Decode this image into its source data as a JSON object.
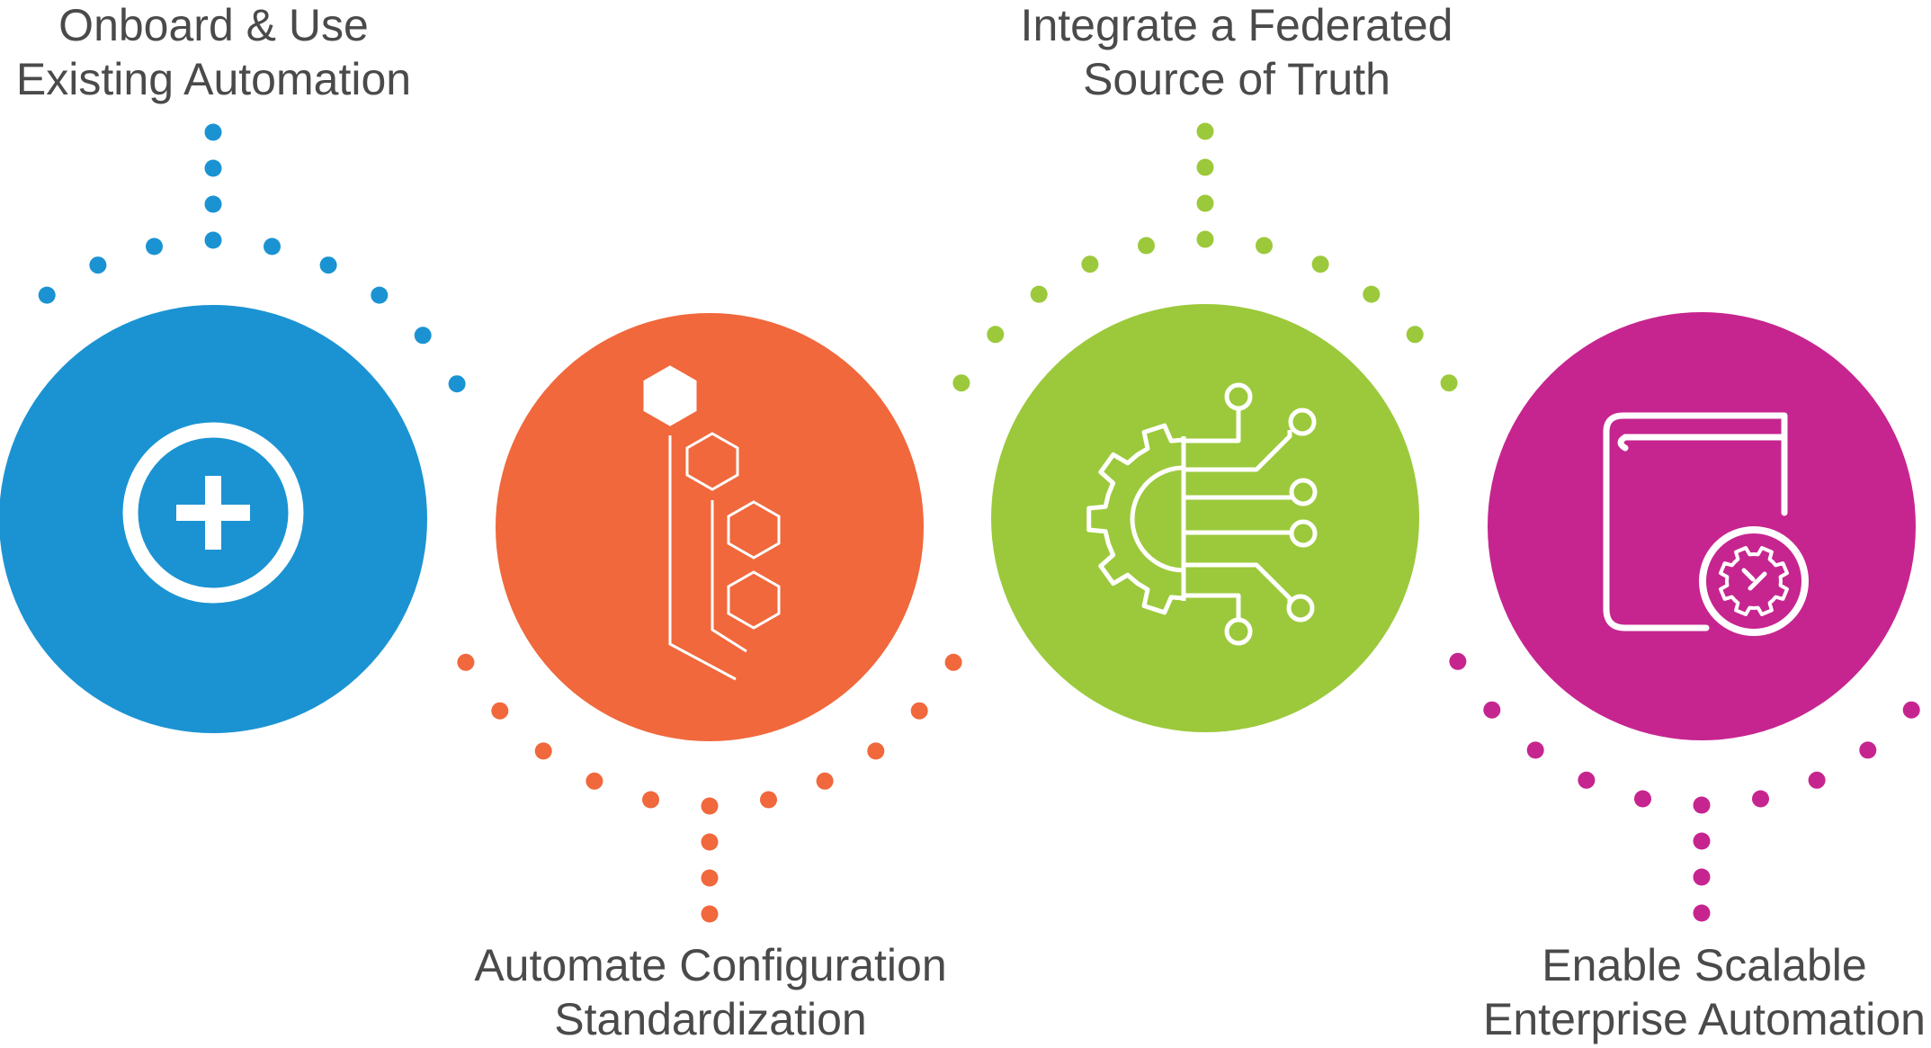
{
  "steps": [
    {
      "line1": "Onboard & Use",
      "line2": "Existing Automation",
      "color": "#1b93d2",
      "icon": "plus-circle-icon"
    },
    {
      "line1": "Automate Configuration",
      "line2": "Standardization",
      "color": "#f0683c",
      "icon": "hexagon-tree-icon"
    },
    {
      "line1": "Integrate a Federated",
      "line2": "Source of Truth",
      "color": "#9bc93b",
      "icon": "gear-circuit-icon"
    },
    {
      "line1": "Enable Scalable",
      "line2": "Enterprise Automation",
      "color": "#c6258f",
      "icon": "book-gear-icon"
    }
  ]
}
